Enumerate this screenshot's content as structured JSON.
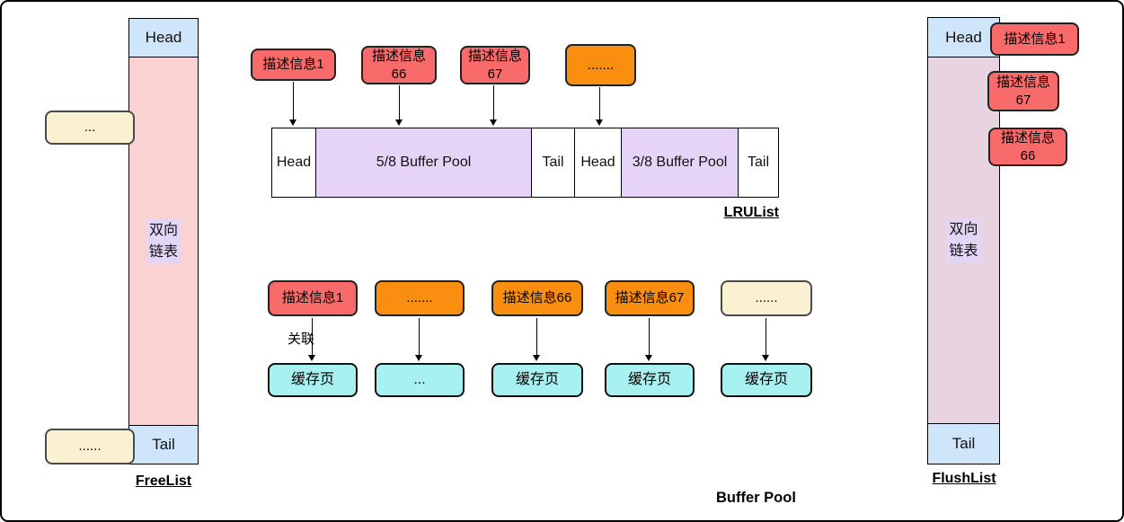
{
  "title": "Buffer Pool",
  "colors": {
    "cell_blue": "#CFE5FA",
    "pool_purple": "#E5D4F7",
    "freelist_pink": "#FAD2D2",
    "flushlist_mauve": "#E8D3E0",
    "descriptor_red": "#F96A6A",
    "descriptor_orange": "#F98E11",
    "node_cream": "#FAF1D3",
    "page_cyan": "#A8F1F1",
    "text_highlight": "#E2D5F5"
  },
  "free_list": {
    "label": "FreeList",
    "head": "Head",
    "tail": "Tail",
    "body_text": "双向\n链表",
    "node_top": "...",
    "node_bottom": "......"
  },
  "lru_list": {
    "label": "LRUList",
    "pointers": [
      {
        "text": "描述信息1"
      },
      {
        "text": "描述信息\n66"
      },
      {
        "text": "描述信息\n67"
      },
      {
        "text": "......."
      }
    ],
    "segments": [
      {
        "text": "Head"
      },
      {
        "text": "5/8 Buffer Pool"
      },
      {
        "text": "Tail"
      },
      {
        "text": "Head"
      },
      {
        "text": "3/8 Buffer Pool"
      },
      {
        "text": "Tail"
      }
    ]
  },
  "pairs": {
    "relation_label": "关联",
    "items": [
      {
        "descriptor": "描述信息1",
        "page": "缓存页"
      },
      {
        "descriptor": ".......",
        "page": "..."
      },
      {
        "descriptor": "描述信息66",
        "page": "缓存页"
      },
      {
        "descriptor": "描述信息67",
        "page": "缓存页"
      },
      {
        "descriptor": "......",
        "page": "缓存页"
      }
    ]
  },
  "flush_list": {
    "label": "FlushList",
    "head": "Head",
    "tail": "Tail",
    "body_text": "双向\n链表",
    "nodes": [
      {
        "text": "描述信息1"
      },
      {
        "text": "描述信息\n67"
      },
      {
        "text": "描述信息\n66"
      }
    ]
  }
}
